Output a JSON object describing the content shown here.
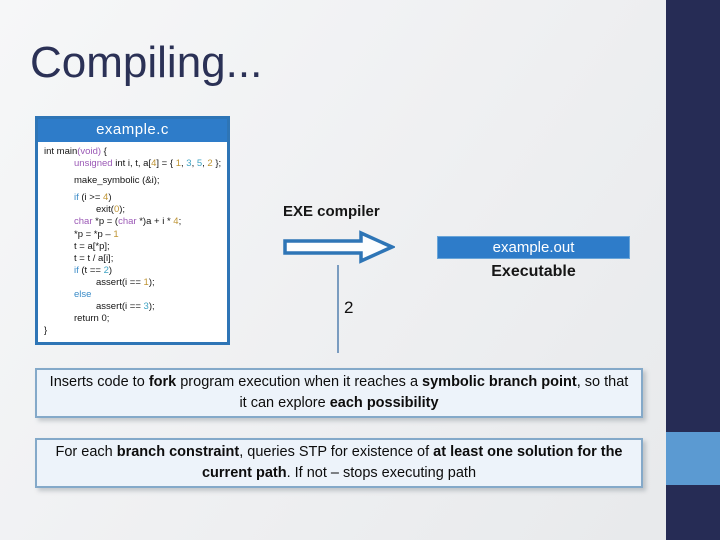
{
  "slide": {
    "title": "Compiling..."
  },
  "code_window": {
    "header": "example.c",
    "lines": [
      {
        "indent": 0,
        "spans": [
          {
            "text": "int main",
            "color": ""
          },
          {
            "text": "(void)",
            "color": "keyword"
          },
          {
            "text": " {",
            "color": ""
          }
        ]
      },
      {
        "indent": 1,
        "spans": [
          {
            "text": "unsigned",
            "color": "keyword"
          },
          {
            "text": " int i, t, a[",
            "color": ""
          },
          {
            "text": "4",
            "color": "gold"
          },
          {
            "text": "] = { ",
            "color": ""
          },
          {
            "text": "1",
            "color": "gold"
          },
          {
            "text": ", ",
            "color": ""
          },
          {
            "text": "3",
            "color": "teal"
          },
          {
            "text": ", ",
            "color": ""
          },
          {
            "text": "5",
            "color": "teal"
          },
          {
            "text": ", ",
            "color": ""
          },
          {
            "text": "2",
            "color": "gold"
          },
          {
            "text": " };",
            "color": ""
          }
        ]
      },
      {
        "indent": 0,
        "spans": []
      },
      {
        "indent": 1,
        "spans": [
          {
            "text": "make_symbolic (&i);",
            "color": ""
          }
        ]
      },
      {
        "indent": 0,
        "spans": []
      },
      {
        "indent": 1,
        "spans": [
          {
            "text": "if",
            "color": "flow"
          },
          {
            "text": " (i >= ",
            "color": ""
          },
          {
            "text": "4",
            "color": "gold"
          },
          {
            "text": ")",
            "color": ""
          }
        ]
      },
      {
        "indent": 2,
        "spans": [
          {
            "text": "exit(",
            "color": ""
          },
          {
            "text": "0",
            "color": "gold"
          },
          {
            "text": ");",
            "color": ""
          }
        ]
      },
      {
        "indent": 1,
        "spans": [
          {
            "text": "char",
            "color": "keyword"
          },
          {
            "text": " *p = (",
            "color": ""
          },
          {
            "text": "char",
            "color": "keyword"
          },
          {
            "text": " *)a + i * ",
            "color": ""
          },
          {
            "text": "4",
            "color": "gold"
          },
          {
            "text": ";",
            "color": ""
          }
        ]
      },
      {
        "indent": 1,
        "spans": [
          {
            "text": "*p = *p – ",
            "color": ""
          },
          {
            "text": "1",
            "color": "gold"
          }
        ]
      },
      {
        "indent": 1,
        "spans": [
          {
            "text": "t = a[*p];",
            "color": ""
          }
        ]
      },
      {
        "indent": 1,
        "spans": [
          {
            "text": "t = t / a[i];",
            "color": ""
          }
        ]
      },
      {
        "indent": 1,
        "spans": [
          {
            "text": "if",
            "color": "flow"
          },
          {
            "text": " (t == ",
            "color": ""
          },
          {
            "text": "2",
            "color": "teal"
          },
          {
            "text": ")",
            "color": ""
          }
        ]
      },
      {
        "indent": 2,
        "spans": [
          {
            "text": "assert(i == ",
            "color": ""
          },
          {
            "text": "1",
            "color": "gold"
          },
          {
            "text": ");",
            "color": ""
          }
        ]
      },
      {
        "indent": 1,
        "spans": [
          {
            "text": "else",
            "color": "flow"
          }
        ]
      },
      {
        "indent": 2,
        "spans": [
          {
            "text": "assert(i == ",
            "color": ""
          },
          {
            "text": "3",
            "color": "teal"
          },
          {
            "text": ");",
            "color": ""
          }
        ]
      },
      {
        "indent": 1,
        "spans": [
          {
            "text": "return 0;",
            "color": ""
          }
        ]
      },
      {
        "indent": 0,
        "spans": [
          {
            "text": "}",
            "color": ""
          }
        ]
      }
    ]
  },
  "compiler": {
    "label": "EXE compiler",
    "step_number": "2",
    "output_file": "example.out",
    "output_caption": "Executable"
  },
  "callouts": [
    {
      "segments": [
        {
          "text": "Inserts code to ",
          "bold": false
        },
        {
          "text": "fork",
          "bold": true
        },
        {
          "text": " program execution when it reaches a ",
          "bold": false
        },
        {
          "text": "symbolic branch point",
          "bold": true
        },
        {
          "text": ", so that it can explore ",
          "bold": false
        },
        {
          "text": "each possibility",
          "bold": true
        }
      ]
    },
    {
      "segments": [
        {
          "text": "For each ",
          "bold": false
        },
        {
          "text": "branch constraint",
          "bold": true
        },
        {
          "text": ", queries STP for existence of ",
          "bold": false
        },
        {
          "text": "at least one solution for the current path",
          "bold": true
        },
        {
          "text": ". If not – stops executing path",
          "bold": false
        }
      ]
    }
  ],
  "colors": {
    "accent_blue": "#2e75b6",
    "fill_blue": "#2e7cc9",
    "sidebar_navy": "#262c55",
    "sidebar_accent": "#5b9ad2",
    "title_navy": "#2b3156",
    "code_keyword_purple": "#9b59b6",
    "code_flow_blue": "#3a8bc8",
    "code_number_gold": "#bf9433",
    "code_number_teal": "#3fa3c4",
    "callout_bg": "#edf3fa",
    "callout_border": "#84a9c9"
  }
}
